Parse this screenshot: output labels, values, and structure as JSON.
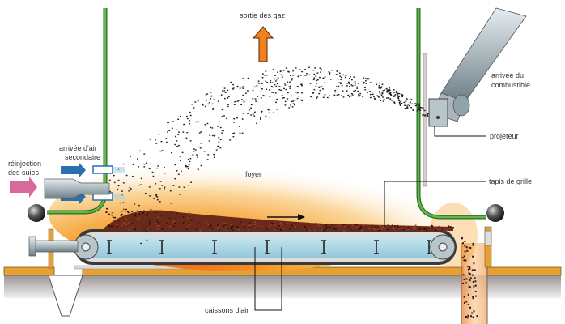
{
  "title": "Foyer à grille mobile avec projeteur",
  "labels": {
    "gas_outlet": "sortie des gaz",
    "fuel_inlet_line1": "arrivée du",
    "fuel_inlet_line2": "combustible",
    "spreader": "projeteur",
    "grate": "tapis de grille",
    "furnace": "foyer",
    "secondary_air_line1": "arrivée d'air",
    "secondary_air_line2": "secondaire",
    "soot_reinjection_line1": "réinjection",
    "soot_reinjection_line2": "des suies",
    "air_boxes": "caissons d'air"
  },
  "colors": {
    "wall_green": "#4a9a3a",
    "gas_arrow_orange": "#f08020",
    "air_arrow_blue": "#2a6fb0",
    "soot_arrow_pink": "#d86a9a",
    "air_box_blue": "#a8d4e4",
    "ground_grey": "#b8b4b4",
    "orange_slab": "#e8a030",
    "flame": "#f5a030",
    "metal_grey": "#a9b7bd"
  },
  "flow": {
    "grate_direction": "right"
  }
}
